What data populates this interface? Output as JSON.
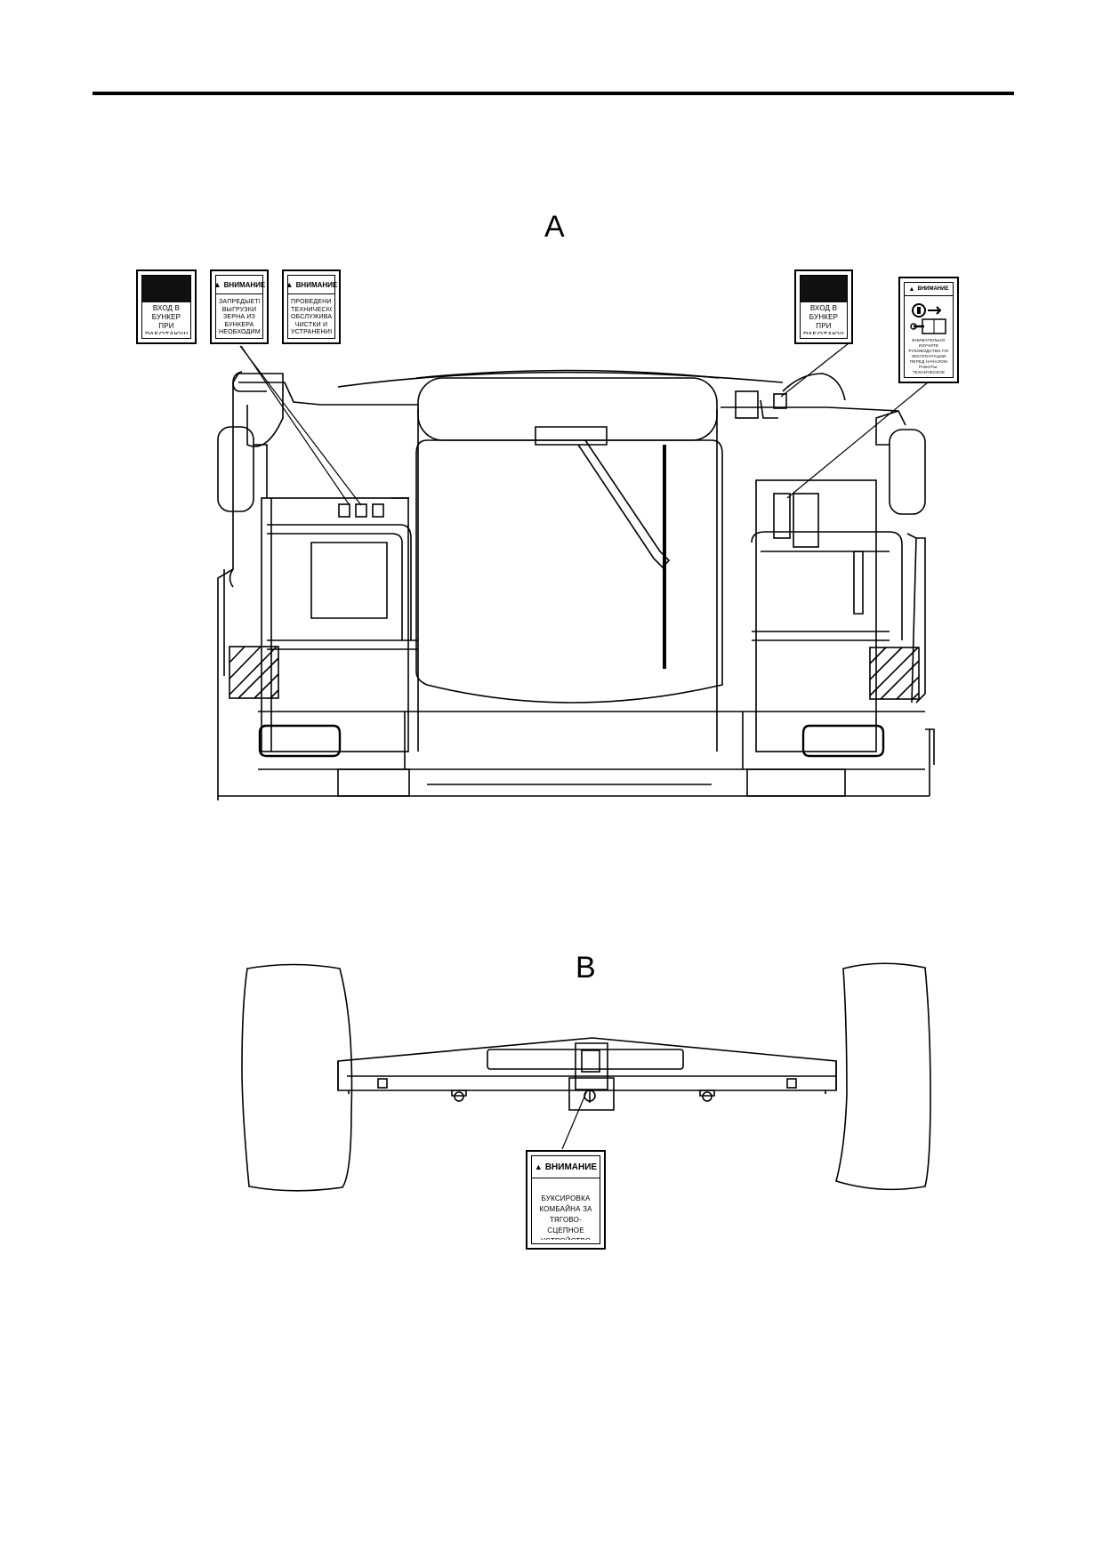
{
  "views": {
    "a": {
      "label": "A",
      "signs": {
        "bunker_left": {
          "text": "ВХОД В БУНКЕР ПРИ РАБОТАЮЩЕМ ДВИГАТЕЛЕ СТРОГО ЗАПРЕЩЕН"
        },
        "attention_middle": {
          "title": "ВНИМАНИЕ",
          "text": "ЗАПРЕДЫЕТЕЛЯ ВЫГРУЗКИ ЗЕРНА ИЗ БУНКЕРА НЕОБХОДИМО УДАЛЯТЬ СОРНОЙ НОГОЙ, РУКОЙ И ДРУГИМИ ПРЕДМЕТАМИ"
        },
        "attention_right": {
          "title": "ВНИМАНИЕ",
          "text": "ПРОВЕДЕНИЕ ТЕХНИЧЕСКОГО ОБСЛУЖИВАНИЯ, ЧИСТКИ И УСТРАНЕНИЯ ЗАТОРОВ ПРОИЗВОДИТЬ ПРИ ВЫКЛЮЧЕННОМ ДВИГАТЕЛЕ"
        },
        "bunker_right": {
          "text": "ВХОД В БУНКЕР ПРИ РАБОТАЮЩЕМ ДВИГАТЕЛЕ СТРОГО ЗАПРЕЩЕН"
        },
        "pictogram": {
          "title": "ВНИМАНИЕ",
          "text": "ВНИМАТЕЛЬНО ИЗУЧИТЕ РУКОВОДСТВО ПО ЭКСПЛУАТАЦИИ ПЕРЕД НАЧАЛОМ РАБОТЫ. ТЕХНИЧЕСКОЕ ОБСЛУЖИВАНИЕ ПРОВОДИТЬ ПРИ ВЫКЛЮЧЕННОМ ДВИГАТЕЛЕ"
        }
      }
    },
    "b": {
      "label": "B",
      "signs": {
        "tow": {
          "title": "ВНИМАНИЕ",
          "text": "БУКСИРОВКА КОМБАЙНА ЗА ТЯГОВО-СЦЕПНОЕ УСТРОЙСТВО ЗАПРЕЩЕНА"
        }
      }
    }
  },
  "icons": [
    "warning-triangle-icon",
    "key-icon",
    "wrench-icon",
    "manual-book-icon"
  ]
}
